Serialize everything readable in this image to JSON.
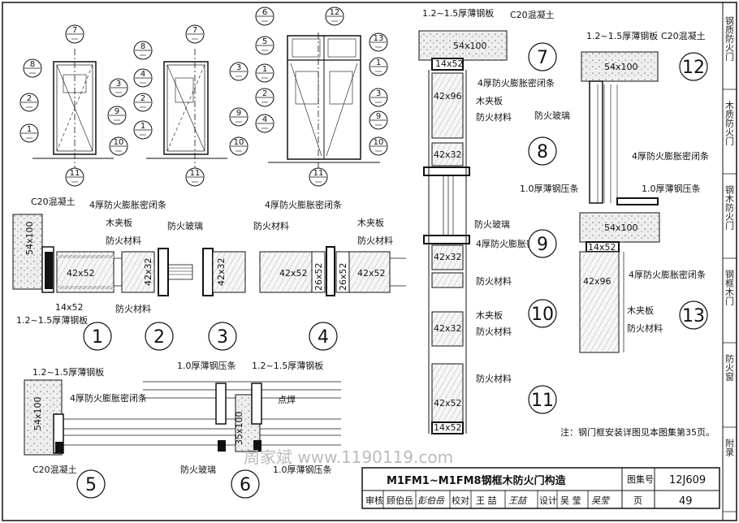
{
  "title_block": {
    "drawing_title": "M1FM1~M1FM8钢框木防火门构造",
    "atlas_label": "图集号",
    "atlas_no": "12J609",
    "page_label": "页",
    "page_no": "49",
    "review_label": "审核",
    "reviewer": "顾伯岳",
    "reviewer_sig": "彭伯岳",
    "check_label": "校对",
    "checker": "王 喆",
    "checker_sig": "王喆",
    "design_label": "设计",
    "designer": "吴 莹",
    "designer_sig": "吴莹"
  },
  "watermark": "周家斌 www.1190119.com",
  "note": "注：钢门框安装详图见本图集第35页。",
  "labels": {
    "c20": "C20混凝土",
    "steel_12_15": "1.2~1.5厚薄钢板",
    "strip_4": "4厚防火膨胀密闭条",
    "plywood": "木夹板",
    "fire_material": "防火材料",
    "fire_glass": "防火玻璃",
    "steel_press_10": "1.0厚薄钢压条",
    "spot_weld": "点焊"
  },
  "dims": {
    "d54x100": "54x100",
    "d14x52": "14x52",
    "d42x52": "42x52",
    "d42x32": "42x32",
    "d26x52": "26x52",
    "d42x96": "42x96",
    "d35x100": "35x100"
  },
  "elevation_callouts": {
    "e7": "7",
    "e8": "8",
    "e2": "2",
    "e1": "1",
    "e3": "3",
    "e9": "9",
    "e10": "10",
    "e11": "11",
    "e4": "4",
    "e6": "6",
    "e5": "5",
    "e12": "12",
    "e13": "13"
  },
  "detail_numbers": [
    "1",
    "2",
    "3",
    "4",
    "5",
    "6",
    "7",
    "8",
    "9",
    "10",
    "11",
    "12",
    "13"
  ],
  "side_strip": [
    "钢质防火门",
    "木质防火门",
    "钢木防火门",
    "钢框木门",
    "防火窗",
    "附录"
  ]
}
